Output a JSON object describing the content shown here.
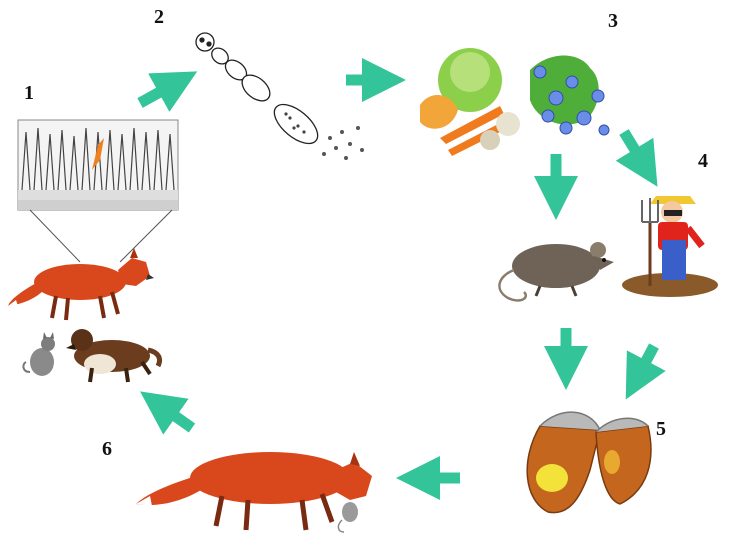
{
  "diagram": {
    "steps": [
      {
        "number": "1"
      },
      {
        "number": "2"
      },
      {
        "number": "3"
      },
      {
        "number": "4"
      },
      {
        "number": "5"
      },
      {
        "number": "6"
      }
    ],
    "colors": {
      "arrow": "#33c49a",
      "fox": "#d9481c",
      "fox_dark": "#a8330f",
      "vegetable_green": "#8bcf4a",
      "berry_blue": "#6a8ee8",
      "carrot": "#f07a1e",
      "mouse": "#6e6356",
      "liver": "#c4661e",
      "cyst": "#f2e23a",
      "farmer_shirt": "#e0241c",
      "farmer_overalls": "#3a5fc9",
      "farmer_hat": "#f2c832",
      "soil": "#8a5a2b"
    },
    "icons": [
      "intestine-icon",
      "tapeworm-icon",
      "vegetables-icon",
      "berries-icon",
      "farmer-icon",
      "mouse-icon",
      "liver-icon",
      "fox-icon",
      "cat-icon",
      "dog-icon"
    ]
  }
}
